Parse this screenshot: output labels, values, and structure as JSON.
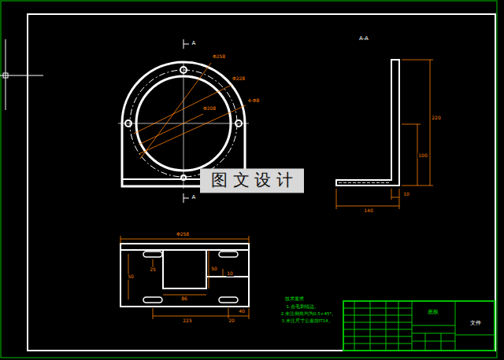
{
  "diagram": {
    "labels": [
      "A",
      "A",
      "A-A",
      "Φ258",
      "Φ228",
      "Φ208",
      "4-Φ8",
      "220",
      "100",
      "10",
      "140",
      "Φ258",
      "25",
      "50",
      "50",
      "10",
      "86",
      "225",
      "20",
      "40",
      "技术要求",
      "1.去毛刺锐边。",
      "2.未注倒角均为0.5×45°。",
      "3.未注尺寸公差按IT14。",
      "底板",
      "文件",
      "图 文 设 计"
    ]
  }
}
